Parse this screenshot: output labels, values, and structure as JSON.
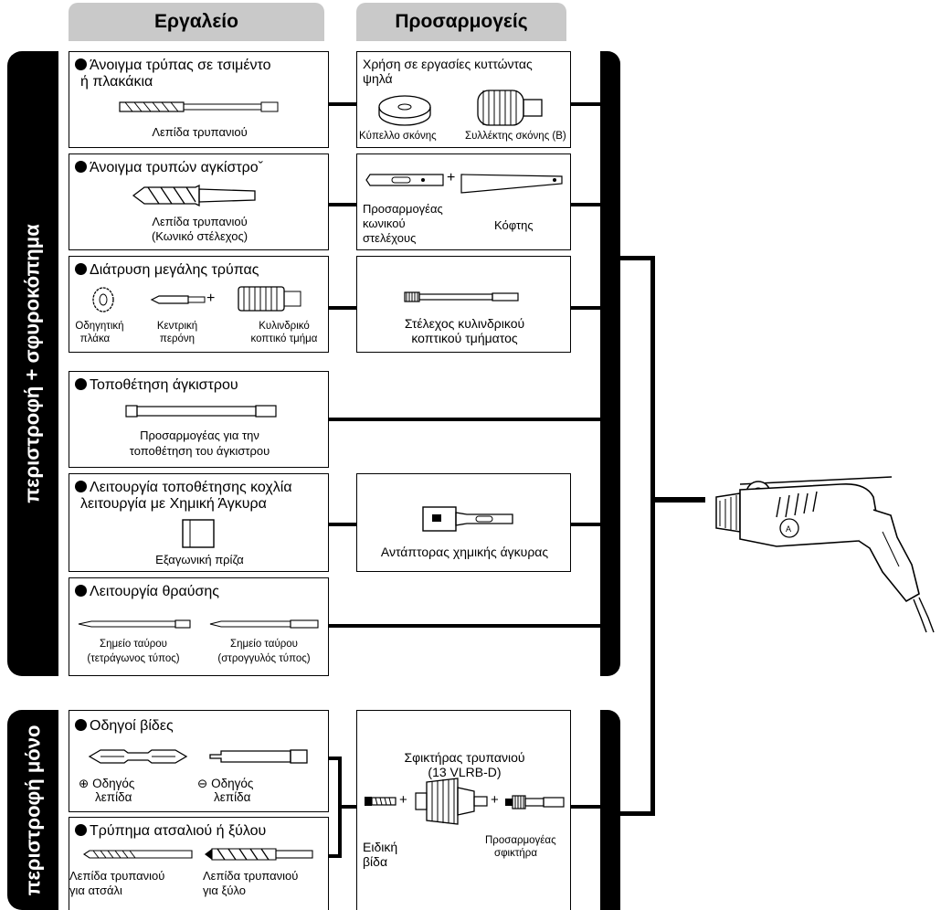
{
  "headers": {
    "tool": "Εργαλείο",
    "adapters": "Προσαρμογείς"
  },
  "bands": {
    "rotation_hammer": "περιστροφή + σφυροκόπημα",
    "rotation_only": "περιστροφή μόνο"
  },
  "tools": {
    "concrete": {
      "title": "Άνοιγμα τρύπας σε τσιμέντο",
      "title2": "ή πλακάκια",
      "bit": "Λεπίδα τρυπανιού"
    },
    "anchor": {
      "title": "Άνοιγμα τρυπών αγκίστροˇ",
      "bit1": "Λεπίδα τρυπανιού",
      "bit2": "(Κωνικό στέλεχος)"
    },
    "large": {
      "title": "Διάτρυση μεγάλης τρύπας",
      "plate1": "Οδηγητική",
      "plate2": "πλάκα",
      "pin1": "Κεντρική",
      "pin2": "περόνη",
      "core1": "Κυλινδρικό",
      "core2": "κοπτικό τμήμα"
    },
    "anchor_set": {
      "title": "Τοποθέτηση άγκιστρου",
      "item1": "Προσαρμογέας για την",
      "item2": "τοποθέτηση του άγκιστρου"
    },
    "chem": {
      "title": "Λειτουργία τοποθέτησης κοχλία",
      "title2": "λειτουργία με Χημική Άγκυρα",
      "item": "Εξαγωνική πρίζα"
    },
    "break": {
      "title": "Λειτουργία θραύσης",
      "sq1": "Σημείο ταύρου",
      "sq2": "(τετράγωνος τύπος)",
      "rd1": "Σημείο ταύρου",
      "rd2": "(στρογγυλός τύπος)"
    },
    "driver": {
      "title": "Οδηγοί βίδες",
      "plus_sym": "⊕",
      "plus1": "Οδηγός",
      "plus2": "λεπίδα",
      "minus_sym": "⊖",
      "minus1": "Οδηγός",
      "minus2": "λεπίδα"
    },
    "steel": {
      "title": "Τρύπημα ατσαλιού ή ξύλου",
      "steel1": "Λεπίδα τρυπανιού",
      "steel2": "για ατσάλι",
      "wood1": "Λεπίδα τρυπανιού",
      "wood2": "για ξύλο"
    }
  },
  "adapters": {
    "dust": {
      "title1": "Χρήση σε εργασίες κυττώντας",
      "title2": "ψηλά",
      "cup": "Κύπελλο σκόνης",
      "collector": "Συλλέκτης σκόνης (B)"
    },
    "taper": {
      "a1": "Προσαρμογέας",
      "a2": "κωνικού",
      "a3": "στελέχους",
      "cotter": "Κόφτης",
      "plus": "+"
    },
    "core_shank": {
      "l1": "Στέλεχος κυλινδρικού",
      "l2": "κοπτικού τμήματος"
    },
    "chem": {
      "label": "Αντάπτορας χημικής άγκυρας"
    },
    "chuck": {
      "t1": "Σφικτήρας τρυπανιού",
      "t2": "(13 VLRB-D)",
      "screw1": "Ειδική",
      "screw2": "βίδα",
      "adp1": "Προσαρμογέας",
      "adp2": "σφικτήρα",
      "plus": "+"
    }
  }
}
